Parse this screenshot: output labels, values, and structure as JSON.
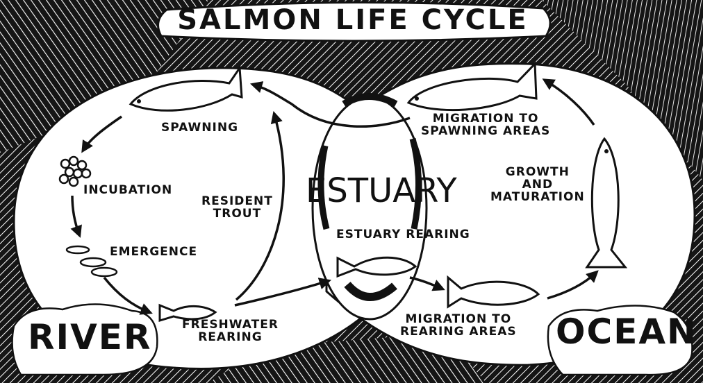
{
  "title": "SALMON LIFE CYCLE",
  "regions": {
    "river": "RIVER",
    "estuary": "ESTUARY",
    "ocean": "OCEAN"
  },
  "stages": {
    "spawning": "SPAWNING",
    "incubation": "INCUBATION",
    "emergence": "EMERGENCE",
    "freshwater_rearing": [
      "FRESHWATER",
      "REARING"
    ],
    "resident_trout": [
      "RESIDENT",
      "TROUT"
    ],
    "estuary_rearing": "ESTUARY REARING",
    "migration_to_rearing_areas": [
      "MIGRATION TO",
      "REARING AREAS"
    ],
    "growth_and_maturation": [
      "GROWTH",
      "AND",
      "MATURATION"
    ],
    "migration_to_spawning_areas": [
      "MIGRATION TO",
      "SPAWNING AREAS"
    ]
  }
}
